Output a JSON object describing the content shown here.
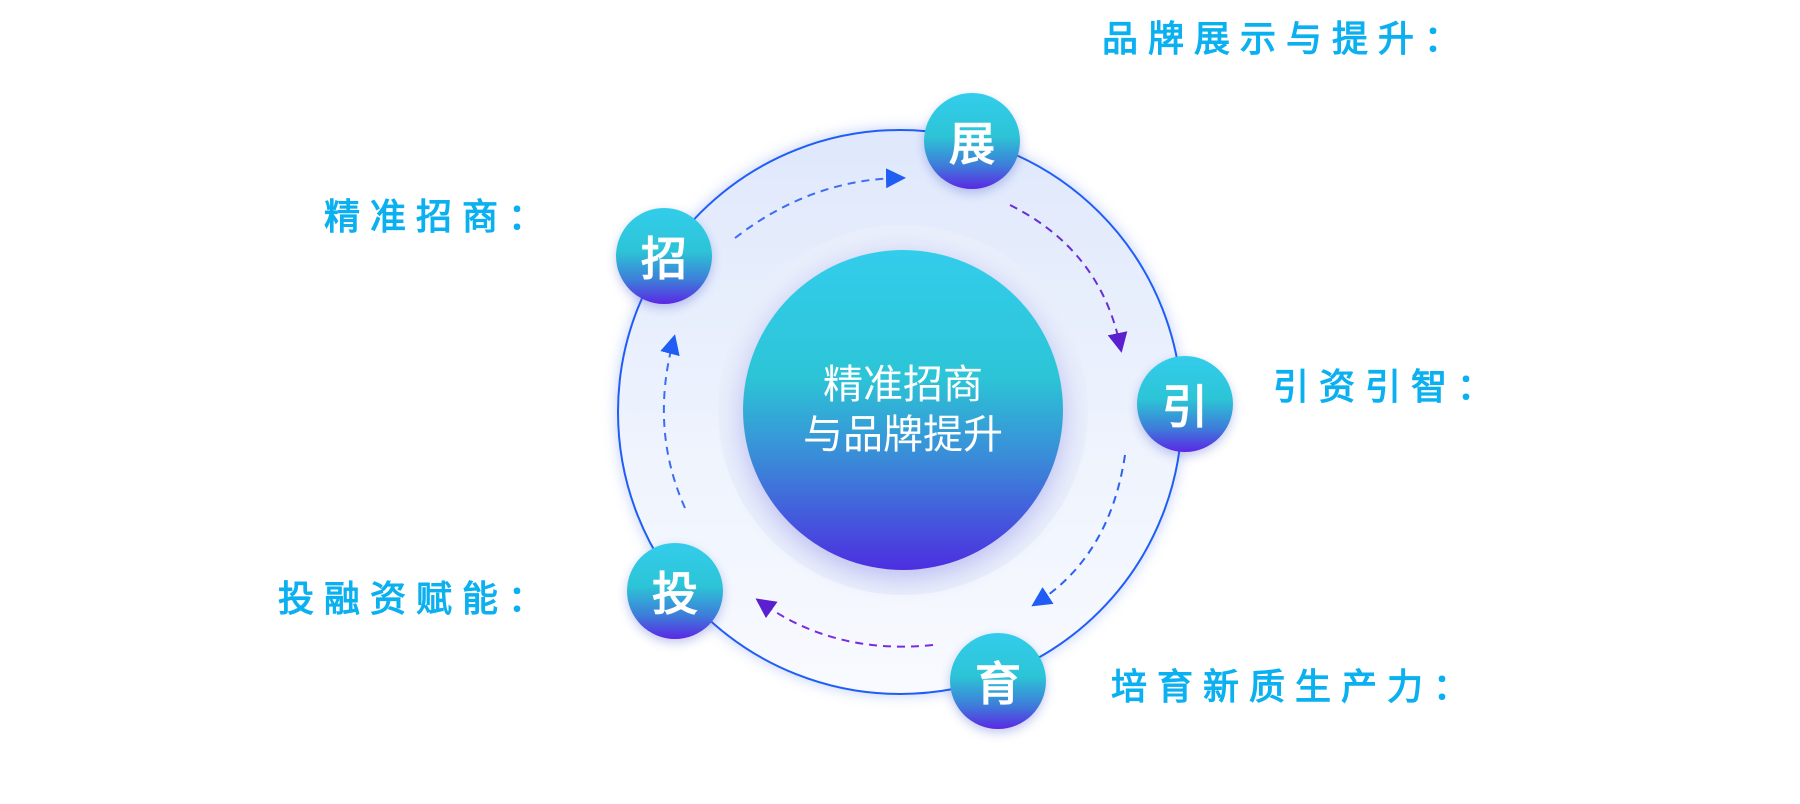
{
  "center": {
    "line1": "精准招商",
    "line2": "与品牌提升"
  },
  "nodes": {
    "zhao": "招",
    "zhan": "展",
    "yin": "引",
    "yu": "育",
    "tou": "投"
  },
  "labels": {
    "zhao": "精准招商：",
    "zhan": "品牌展示与提升：",
    "yin": "引资引智：",
    "yu": "培育新质生产力：",
    "tou": "投融资赋能："
  },
  "colors": {
    "label": "#0bb0f0",
    "ring": "#1f5df5",
    "gradient_top": "#33cdec",
    "gradient_bottom": "#5a28e4"
  }
}
